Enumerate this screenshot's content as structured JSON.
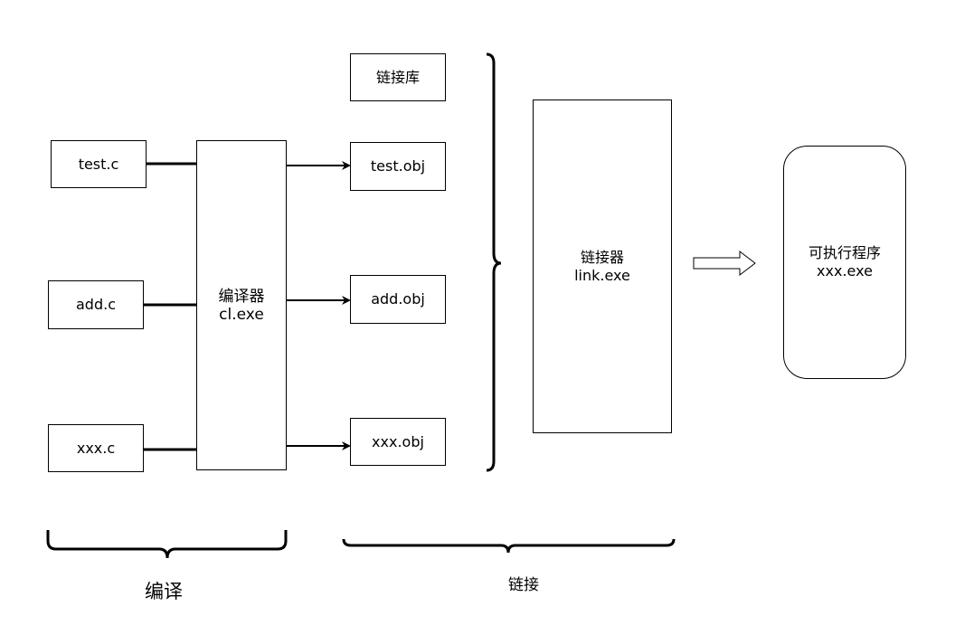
{
  "sources": [
    {
      "label": "test.c"
    },
    {
      "label": "add.c"
    },
    {
      "label": "xxx.c"
    }
  ],
  "compiler": {
    "name": "编译器",
    "exe": "cl.exe"
  },
  "objects": [
    {
      "label": "test.obj"
    },
    {
      "label": "add.obj"
    },
    {
      "label": "xxx.obj"
    }
  ],
  "library": {
    "label": "链接库"
  },
  "linker": {
    "name": "链接器",
    "exe": "link.exe"
  },
  "output": {
    "name": "可执行程序",
    "exe": "xxx.exe"
  },
  "stages": {
    "compile": "编译",
    "link": "链接"
  }
}
